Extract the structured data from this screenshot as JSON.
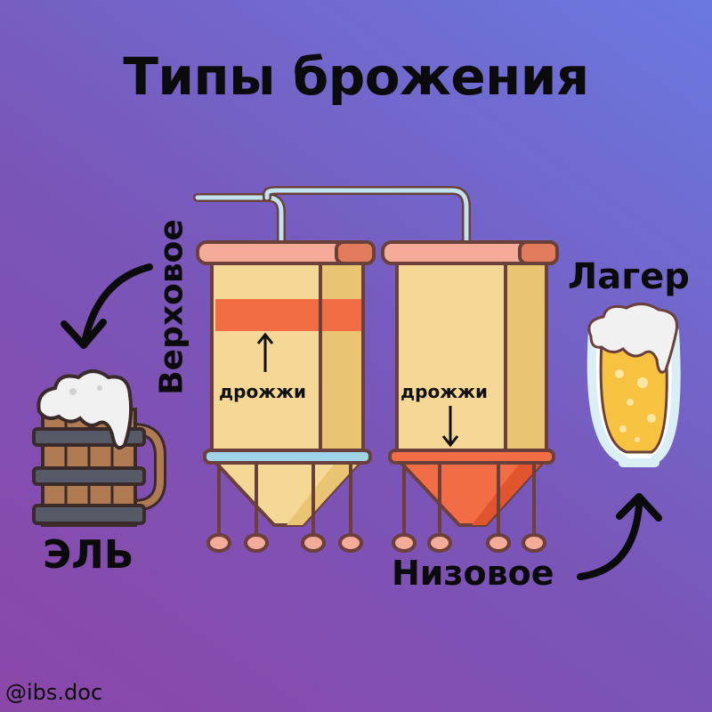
{
  "title": "Типы брожения",
  "labels": {
    "ale": "ЭЛЬ",
    "lager": "Лагер",
    "top_fermentation": "Верховое",
    "bottom_fermentation": "Низовое",
    "yeast_top": "дрожжи",
    "yeast_bottom": "дрожжи"
  },
  "credit": "@ibs.doc",
  "icons": {
    "left_tank": "fermentation-tank-icon",
    "right_tank": "fermentation-tank-icon",
    "ale_mug": "wooden-beer-mug-icon",
    "lager_glass": "beer-glass-icon",
    "arrow_to_ale": "curved-arrow-icon",
    "arrow_to_lager": "curved-arrow-icon",
    "yeast_up": "arrow-up-icon",
    "yeast_down": "arrow-down-icon"
  },
  "colors": {
    "tank_body": "#f6d896",
    "tank_shade": "#e8c473",
    "outline": "#6b3f3a",
    "cap": "#f4ab98",
    "cap_shade": "#e37b5d",
    "yeast_band": "#f26d46",
    "pipe": "#bfe3ef",
    "ring": "#9fd3e8",
    "wood": "#b07a52",
    "metal": "#555a66",
    "foam": "#f1f1f1",
    "beer": "#f6c240"
  }
}
